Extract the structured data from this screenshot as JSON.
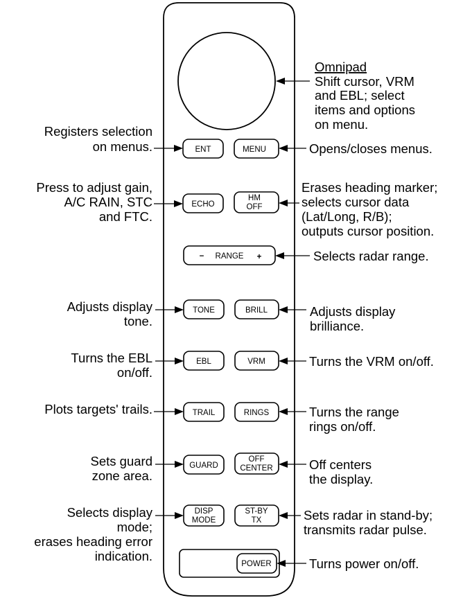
{
  "buttons": {
    "ent": "ENT",
    "menu": "MENU",
    "echo": "ECHO",
    "hm_off": [
      "HM",
      "OFF"
    ],
    "range_label": "RANGE",
    "range_minus": "−",
    "range_plus": "+",
    "tone": "TONE",
    "brill": "BRILL",
    "ebl": "EBL",
    "vrm": "VRM",
    "trail": "TRAIL",
    "rings": "RINGS",
    "guard": "GUARD",
    "off_center": [
      "OFF",
      "CENTER"
    ],
    "disp_mode": [
      "DISP",
      "MODE"
    ],
    "stby_tx": [
      "ST-BY",
      "TX"
    ],
    "power": "POWER"
  },
  "callouts": {
    "omnipad_title": "Omnipad",
    "omnipad": [
      "Shift cursor, VRM",
      "and EBL; select",
      "items and options",
      "on menu."
    ],
    "ent": [
      "Registers selection",
      "on menus."
    ],
    "menu": [
      "Opens/closes menus."
    ],
    "echo": [
      "Press to adjust gain,",
      "A/C RAIN, STC",
      "and FTC."
    ],
    "hm_off": [
      "Erases heading marker;",
      "selects cursor data",
      "(Lat/Long, R/B);",
      "outputs cursor position."
    ],
    "range": [
      "Selects radar range."
    ],
    "tone": [
      "Adjusts display",
      "tone."
    ],
    "brill": [
      "Adjusts display",
      "brilliance."
    ],
    "ebl": [
      "Turns the EBL",
      "on/off."
    ],
    "vrm": [
      "Turns the VRM on/off."
    ],
    "trail": [
      "Plots targets' trails."
    ],
    "rings": [
      "Turns the range",
      "rings on/off."
    ],
    "guard": [
      "Sets guard",
      "zone area."
    ],
    "off_center": [
      "Off centers",
      "the display."
    ],
    "disp_mode": [
      "Selects display",
      "mode;",
      "erases heading error",
      "indication."
    ],
    "stby_tx": [
      "Sets radar in stand-by;",
      "transmits radar pulse."
    ],
    "power": [
      "Turns power on/off."
    ]
  }
}
